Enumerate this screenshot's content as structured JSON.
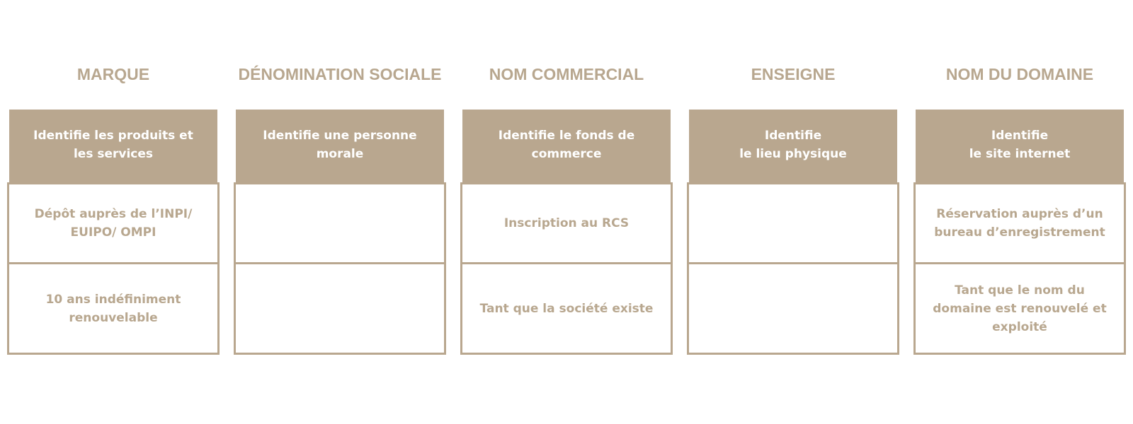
{
  "columns": [
    {
      "title": "MARQUE",
      "header": "Identifie les produits et\nles services",
      "row1": "Dépôt auprès de l’INPI/\nEUIPO/ OMPI",
      "row2": "10 ans indéfiniment\nrenouvelable"
    },
    {
      "title": "DÉNOMINATION SOCIALE",
      "header": "Identifie une personne\nmorale",
      "row1": "",
      "row2": ""
    },
    {
      "title": "NOM COMMERCIAL",
      "header": "Identifie le fonds de\ncommerce",
      "row1": "Inscription au RCS",
      "row2": "Tant que la société existe"
    },
    {
      "title": "ENSEIGNE",
      "header": "Identifie\nle lieu physique",
      "row1": "",
      "row2": ""
    },
    {
      "title": "NOM DU DOMAINE",
      "header": "Identifie\nle site internet",
      "row1": "Réservation auprès d’un\nbureau d’enregistrement",
      "row2": "Tant que le nom du\ndomaine est renouvelé et\nexploité"
    }
  ],
  "colors": {
    "accent": "#b9a78f",
    "header_text": "#ffffff",
    "background": "#ffffff"
  }
}
